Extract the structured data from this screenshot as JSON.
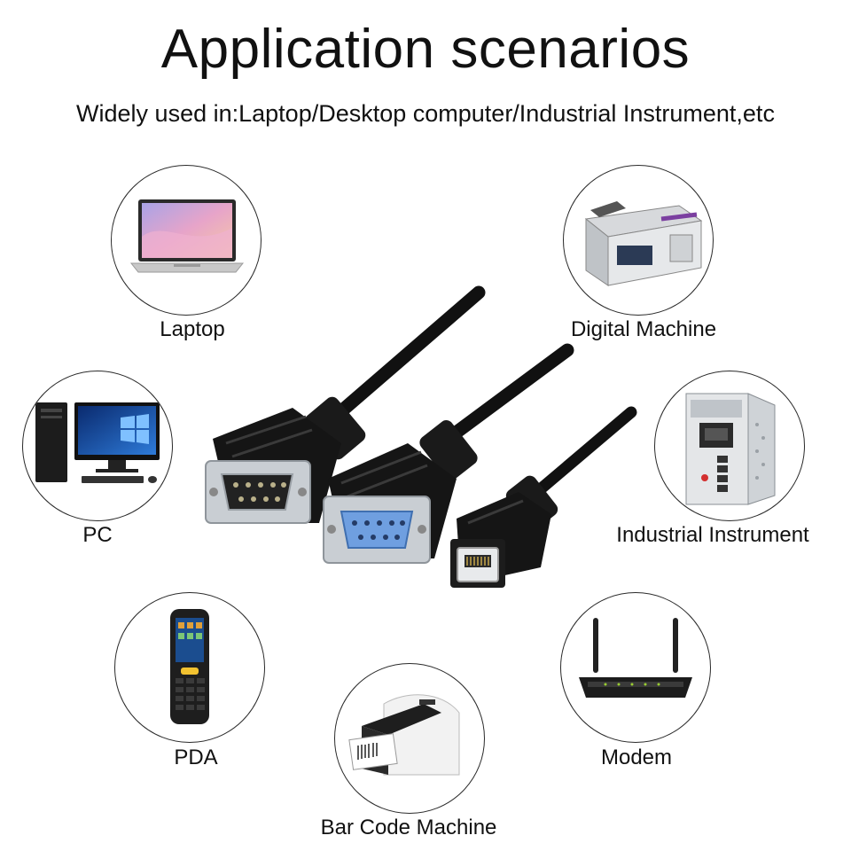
{
  "header": {
    "title": "Application scenarios",
    "subtitle": "Widely used in:Laptop/Desktop computer/Industrial Instrument,etc"
  },
  "scenarios": [
    {
      "label": "Laptop",
      "icon": "laptop-icon"
    },
    {
      "label": "Digital Machine",
      "icon": "digital-printer-icon"
    },
    {
      "label": "PC",
      "icon": "desktop-pc-icon"
    },
    {
      "label": "Industrial Instrument",
      "icon": "industrial-instrument-icon"
    },
    {
      "label": "PDA",
      "icon": "pda-scanner-icon"
    },
    {
      "label": "Modem",
      "icon": "modem-router-icon"
    },
    {
      "label": "Bar Code Machine",
      "icon": "label-printer-icon"
    }
  ],
  "colors": {
    "cable": "#111111",
    "metal_shell": "#c9ced3",
    "db9_female_insert": "#6f9fe0",
    "db9_male_insert": "#222222",
    "laptop_screen": "#e7a4c9"
  }
}
